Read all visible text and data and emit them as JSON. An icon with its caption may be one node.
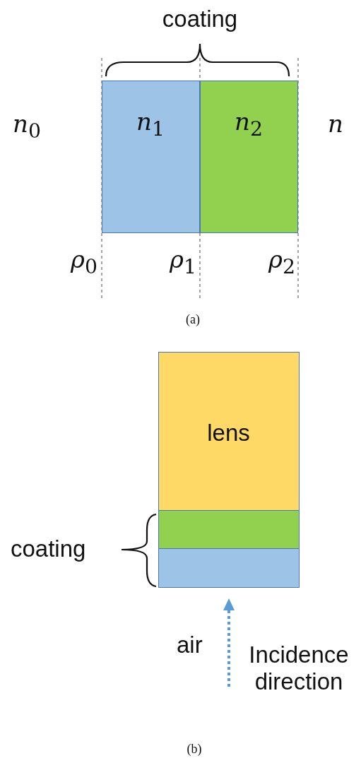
{
  "diagram": {
    "nodes": [
      {
        "text": [
          "n$_{1}$"
        ]
      },
      {
        "text": [
          "n$_{2}$"
        ]
      },
      {
        "text": [
          "lens"
        ]
      },
      {
        "text": [],
        "shape": "bar"
      },
      {
        "text": [],
        "shape": "bar"
      }
    ],
    "labels": [
      "coating",
      "n$_{0}$",
      "n",
      "ρ$_{0}$",
      "ρ$_{1}$",
      "ρ$_{2}$",
      "(a)",
      "coating",
      "air",
      "Incidence direction",
      "(b)"
    ]
  }
}
